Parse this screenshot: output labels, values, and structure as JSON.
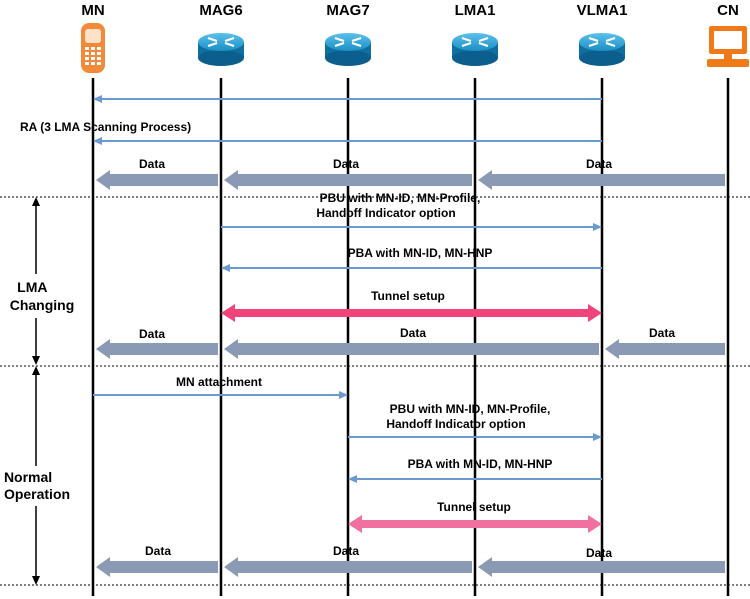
{
  "entities": [
    {
      "id": "mn",
      "label": "MN",
      "icon": "mobile-phone-icon"
    },
    {
      "id": "mag6",
      "label": "MAG6",
      "icon": "router-icon"
    },
    {
      "id": "mag7",
      "label": "MAG7",
      "icon": "router-icon"
    },
    {
      "id": "lma1",
      "label": "LMA1",
      "icon": "router-icon"
    },
    {
      "id": "vlma1",
      "label": "VLMA1",
      "icon": "router-icon"
    },
    {
      "id": "cn",
      "label": "CN",
      "icon": "computer-icon"
    }
  ],
  "colors": {
    "signal": "#6a9ad0",
    "data": "#8a9ab4",
    "tunnel_lma_changing": "#f0447a",
    "tunnel_normal": "#f070a0",
    "router": "#1a8fc4",
    "phone": "#f28a3a",
    "computer": "#f07a18"
  },
  "messages": [
    {
      "label": "",
      "type": "signal",
      "from": "vlma1",
      "to": "mn"
    },
    {
      "label": "RA (3 LMA Scanning Process)",
      "type": "signal",
      "from": "vlma1",
      "to": "mn"
    },
    {
      "label": "Data",
      "type": "data",
      "from": "cn",
      "to": "mn"
    },
    {
      "label": "PBU with MN-ID, MN-Profile,\nHandoff Indicator option",
      "type": "signal",
      "from": "mag6",
      "to": "vlma1"
    },
    {
      "label": "PBA with MN-ID, MN-HNP",
      "type": "signal",
      "from": "vlma1",
      "to": "mag6"
    },
    {
      "label": "Tunnel setup",
      "type": "tunnel",
      "from": "mag6",
      "to": "vlma1"
    },
    {
      "label": "Data",
      "type": "data",
      "from": "cn",
      "to": "mn"
    },
    {
      "label": "MN attachment",
      "type": "signal",
      "from": "mn",
      "to": "mag7"
    },
    {
      "label": "PBU with MN-ID, MN-Profile,\nHandoff Indicator option",
      "type": "signal",
      "from": "mag7",
      "to": "vlma1"
    },
    {
      "label": "PBA with MN-ID, MN-HNP",
      "type": "signal",
      "from": "vlma1",
      "to": "mag7"
    },
    {
      "label": "Tunnel setup",
      "type": "tunnel",
      "from": "mag7",
      "to": "vlma1"
    },
    {
      "label": "Data",
      "type": "data",
      "from": "cn",
      "to": "mn"
    }
  ],
  "phases": [
    {
      "label": "LMA\nChanging"
    },
    {
      "label": "Normal\nOperation"
    }
  ]
}
